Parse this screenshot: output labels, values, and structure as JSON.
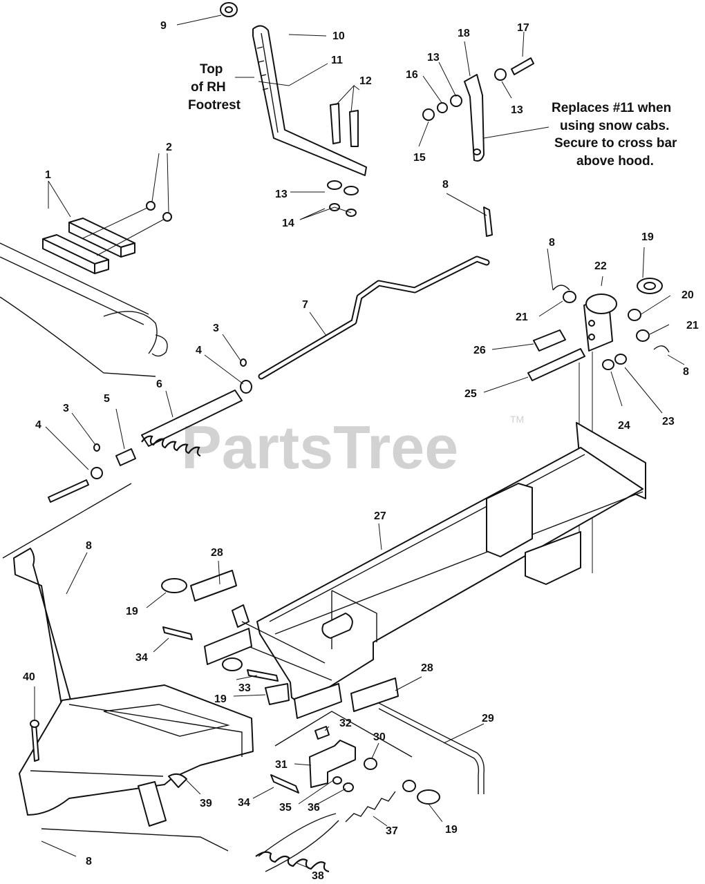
{
  "watermark": {
    "text": "PartsTree",
    "mark": "TM"
  },
  "notes": {
    "footrest": [
      "Top",
      "of RH",
      "Footrest"
    ],
    "snow_cab": [
      "Replaces #11 when",
      "using snow cabs.",
      "Secure to cross bar",
      "above hood."
    ]
  },
  "callouts": [
    {
      "id": "c9",
      "text": "9"
    },
    {
      "id": "c10",
      "text": "10"
    },
    {
      "id": "c11",
      "text": "11"
    },
    {
      "id": "c12",
      "text": "12"
    },
    {
      "id": "c13a",
      "text": "13"
    },
    {
      "id": "c14",
      "text": "14"
    },
    {
      "id": "c13b",
      "text": "13"
    },
    {
      "id": "c16",
      "text": "16"
    },
    {
      "id": "c18",
      "text": "18"
    },
    {
      "id": "c17",
      "text": "17"
    },
    {
      "id": "c13c",
      "text": "13"
    },
    {
      "id": "c15",
      "text": "15"
    },
    {
      "id": "c1",
      "text": "1"
    },
    {
      "id": "c2",
      "text": "2"
    },
    {
      "id": "c8a",
      "text": "8"
    },
    {
      "id": "c8b",
      "text": "8"
    },
    {
      "id": "c19a",
      "text": "19"
    },
    {
      "id": "c22",
      "text": "22"
    },
    {
      "id": "c20",
      "text": "20"
    },
    {
      "id": "c21a",
      "text": "21"
    },
    {
      "id": "c21b",
      "text": "21"
    },
    {
      "id": "c26",
      "text": "26"
    },
    {
      "id": "c8c",
      "text": "8"
    },
    {
      "id": "c25",
      "text": "25"
    },
    {
      "id": "c24",
      "text": "24"
    },
    {
      "id": "c23",
      "text": "23"
    },
    {
      "id": "c7",
      "text": "7"
    },
    {
      "id": "c3a",
      "text": "3"
    },
    {
      "id": "c4a",
      "text": "4"
    },
    {
      "id": "c6",
      "text": "6"
    },
    {
      "id": "c3b",
      "text": "3"
    },
    {
      "id": "c5",
      "text": "5"
    },
    {
      "id": "c4b",
      "text": "4"
    },
    {
      "id": "c27",
      "text": "27"
    },
    {
      "id": "c8d",
      "text": "8"
    },
    {
      "id": "c28a",
      "text": "28"
    },
    {
      "id": "c19b",
      "text": "19"
    },
    {
      "id": "c34a",
      "text": "34"
    },
    {
      "id": "c33",
      "text": "33"
    },
    {
      "id": "c19c",
      "text": "19"
    },
    {
      "id": "c28b",
      "text": "28"
    },
    {
      "id": "c40",
      "text": "40"
    },
    {
      "id": "c32",
      "text": "32"
    },
    {
      "id": "c29",
      "text": "29"
    },
    {
      "id": "c30",
      "text": "30"
    },
    {
      "id": "c31",
      "text": "31"
    },
    {
      "id": "c39",
      "text": "39"
    },
    {
      "id": "c34b",
      "text": "34"
    },
    {
      "id": "c35",
      "text": "35"
    },
    {
      "id": "c36",
      "text": "36"
    },
    {
      "id": "c19d",
      "text": "19"
    },
    {
      "id": "c37",
      "text": "37"
    },
    {
      "id": "c8e",
      "text": "8"
    },
    {
      "id": "c38",
      "text": "38"
    }
  ]
}
